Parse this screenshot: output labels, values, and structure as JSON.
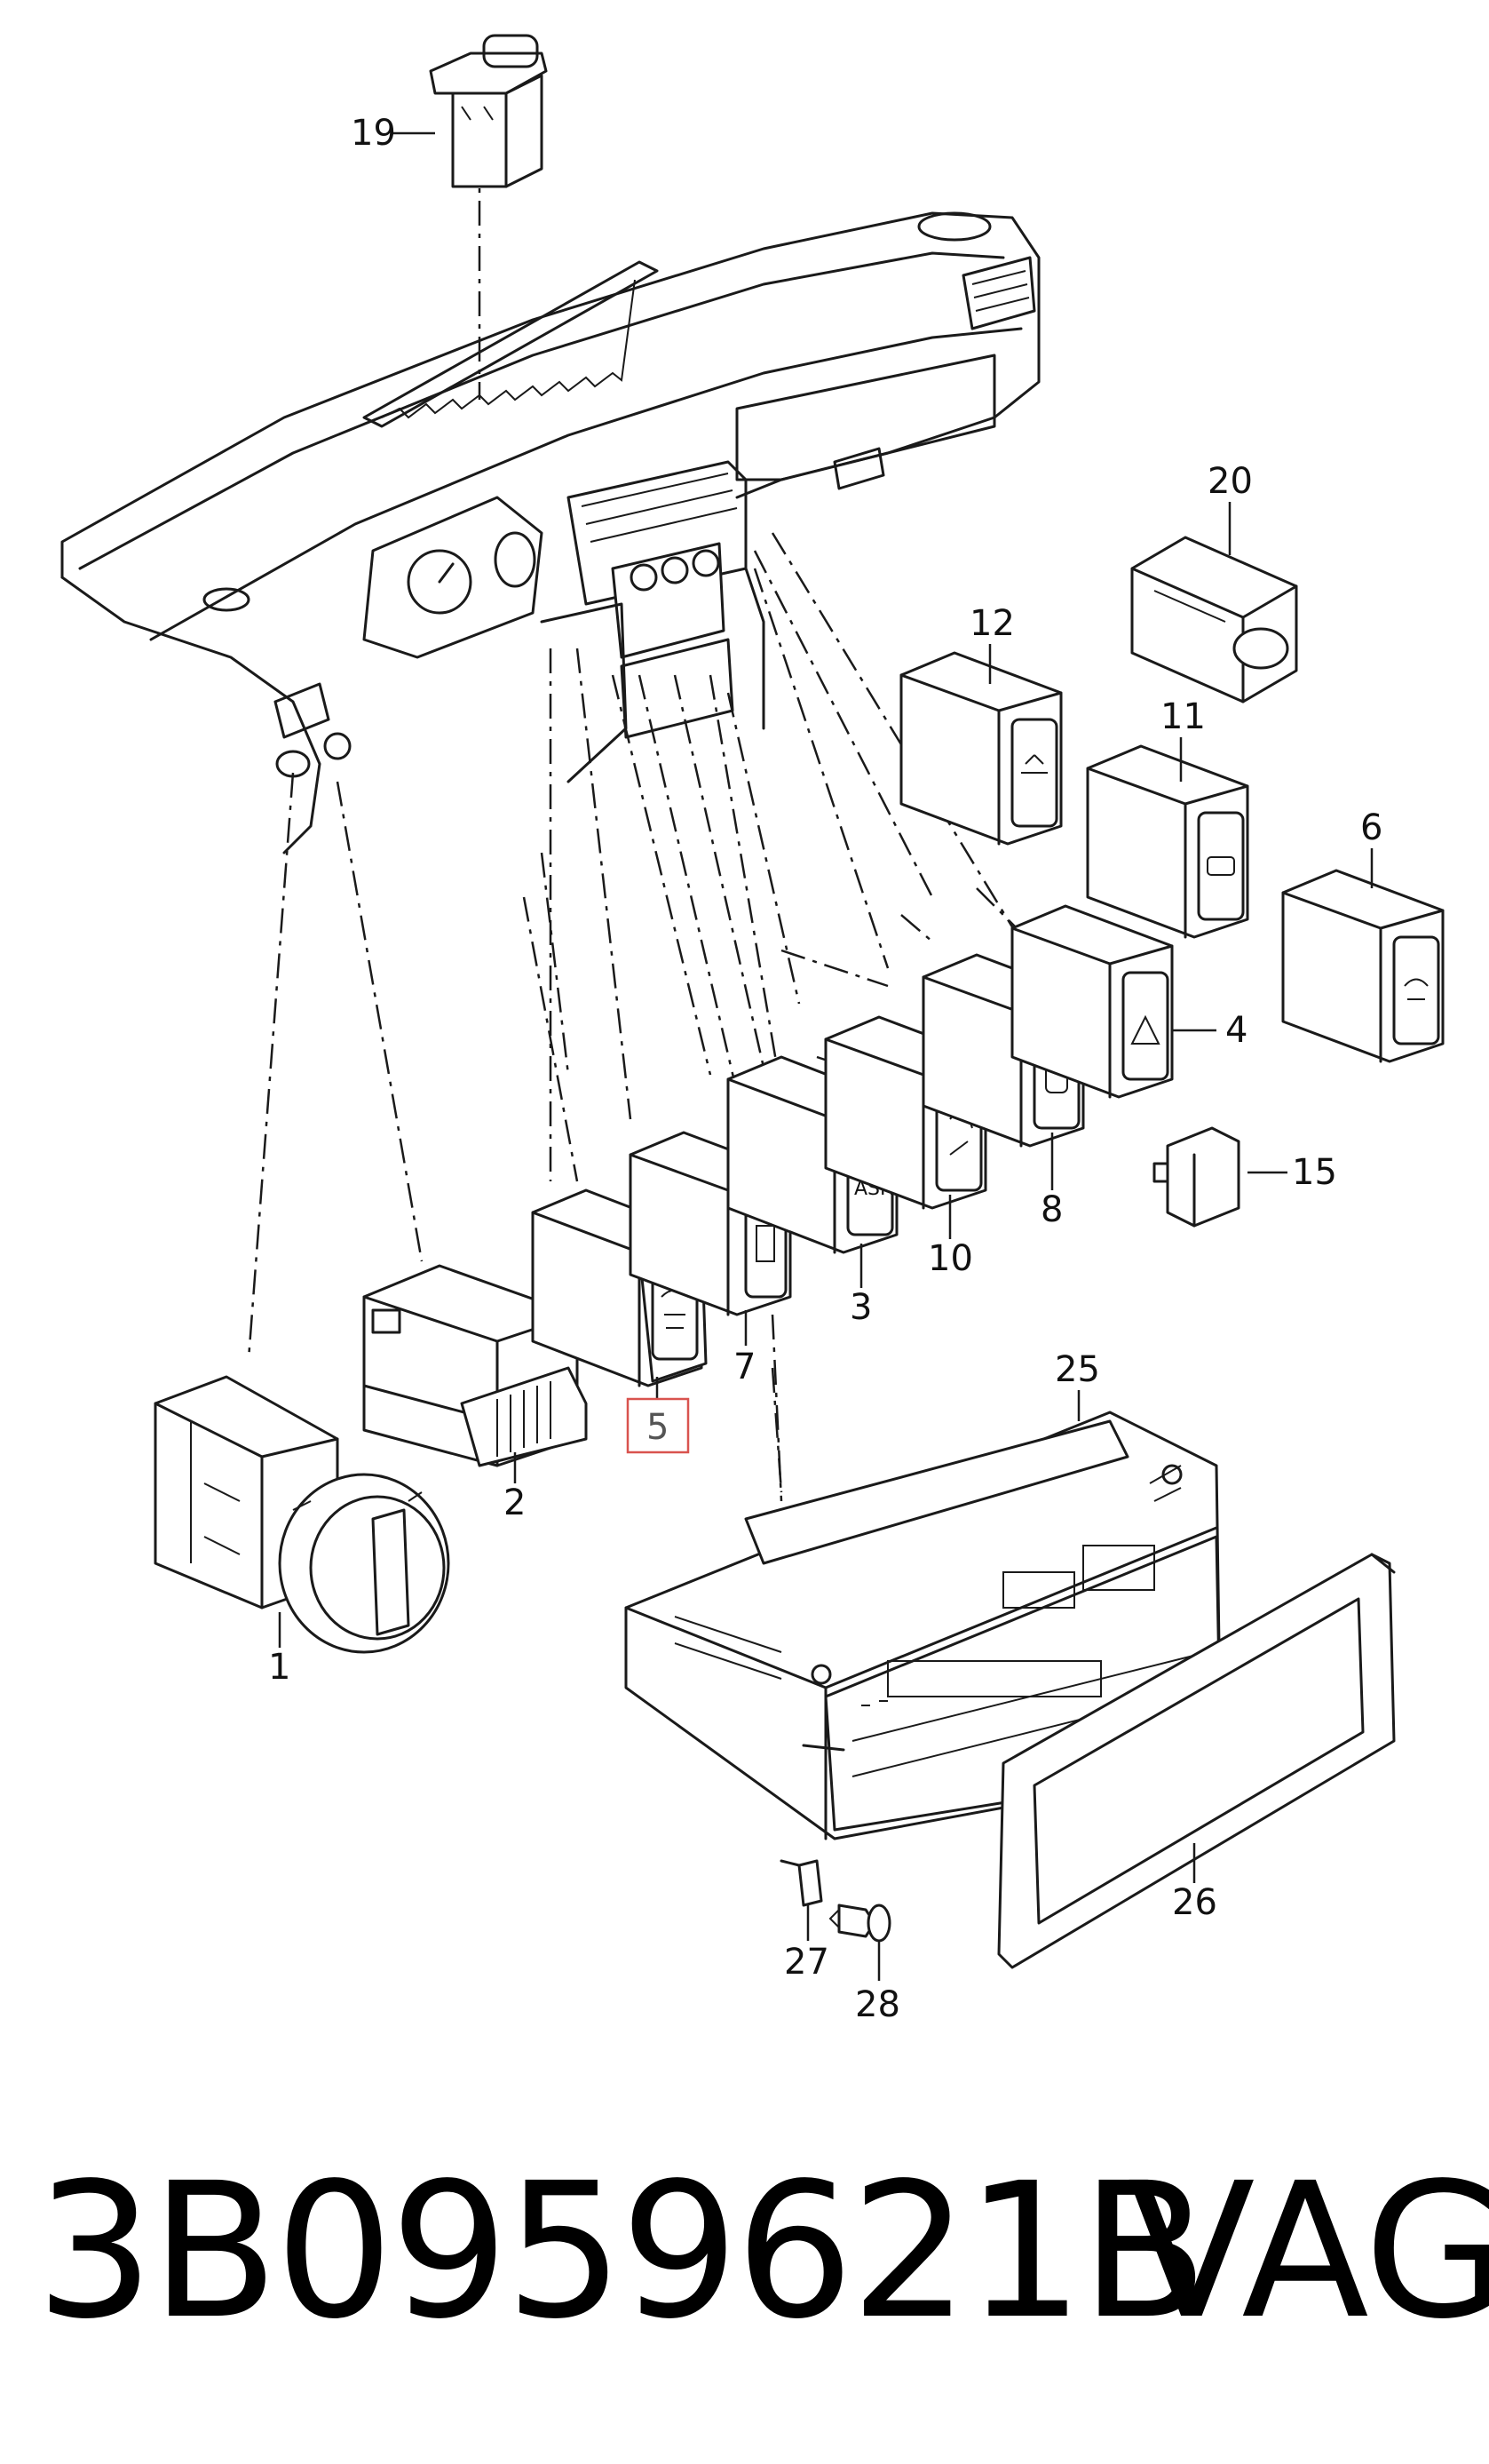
{
  "callouts": {
    "c1": "1",
    "c2": "2",
    "c3": "3",
    "c4": "4",
    "c5": "5",
    "c6": "6",
    "c7": "7",
    "c8": "8",
    "c10": "10",
    "c11": "11",
    "c12": "12",
    "c15": "15",
    "c19": "19",
    "c20": "20",
    "c25": "25",
    "c26": "26",
    "c27": "27",
    "c28": "28"
  },
  "switch_symbols": {
    "asr": "ASR"
  },
  "highlighted_callout": "5",
  "footer": {
    "part_number": "3B0959621B",
    "brand": "VAG"
  },
  "colors": {
    "line": "#1a1a1a",
    "highlight": "#d9534f",
    "background": "#ffffff"
  }
}
